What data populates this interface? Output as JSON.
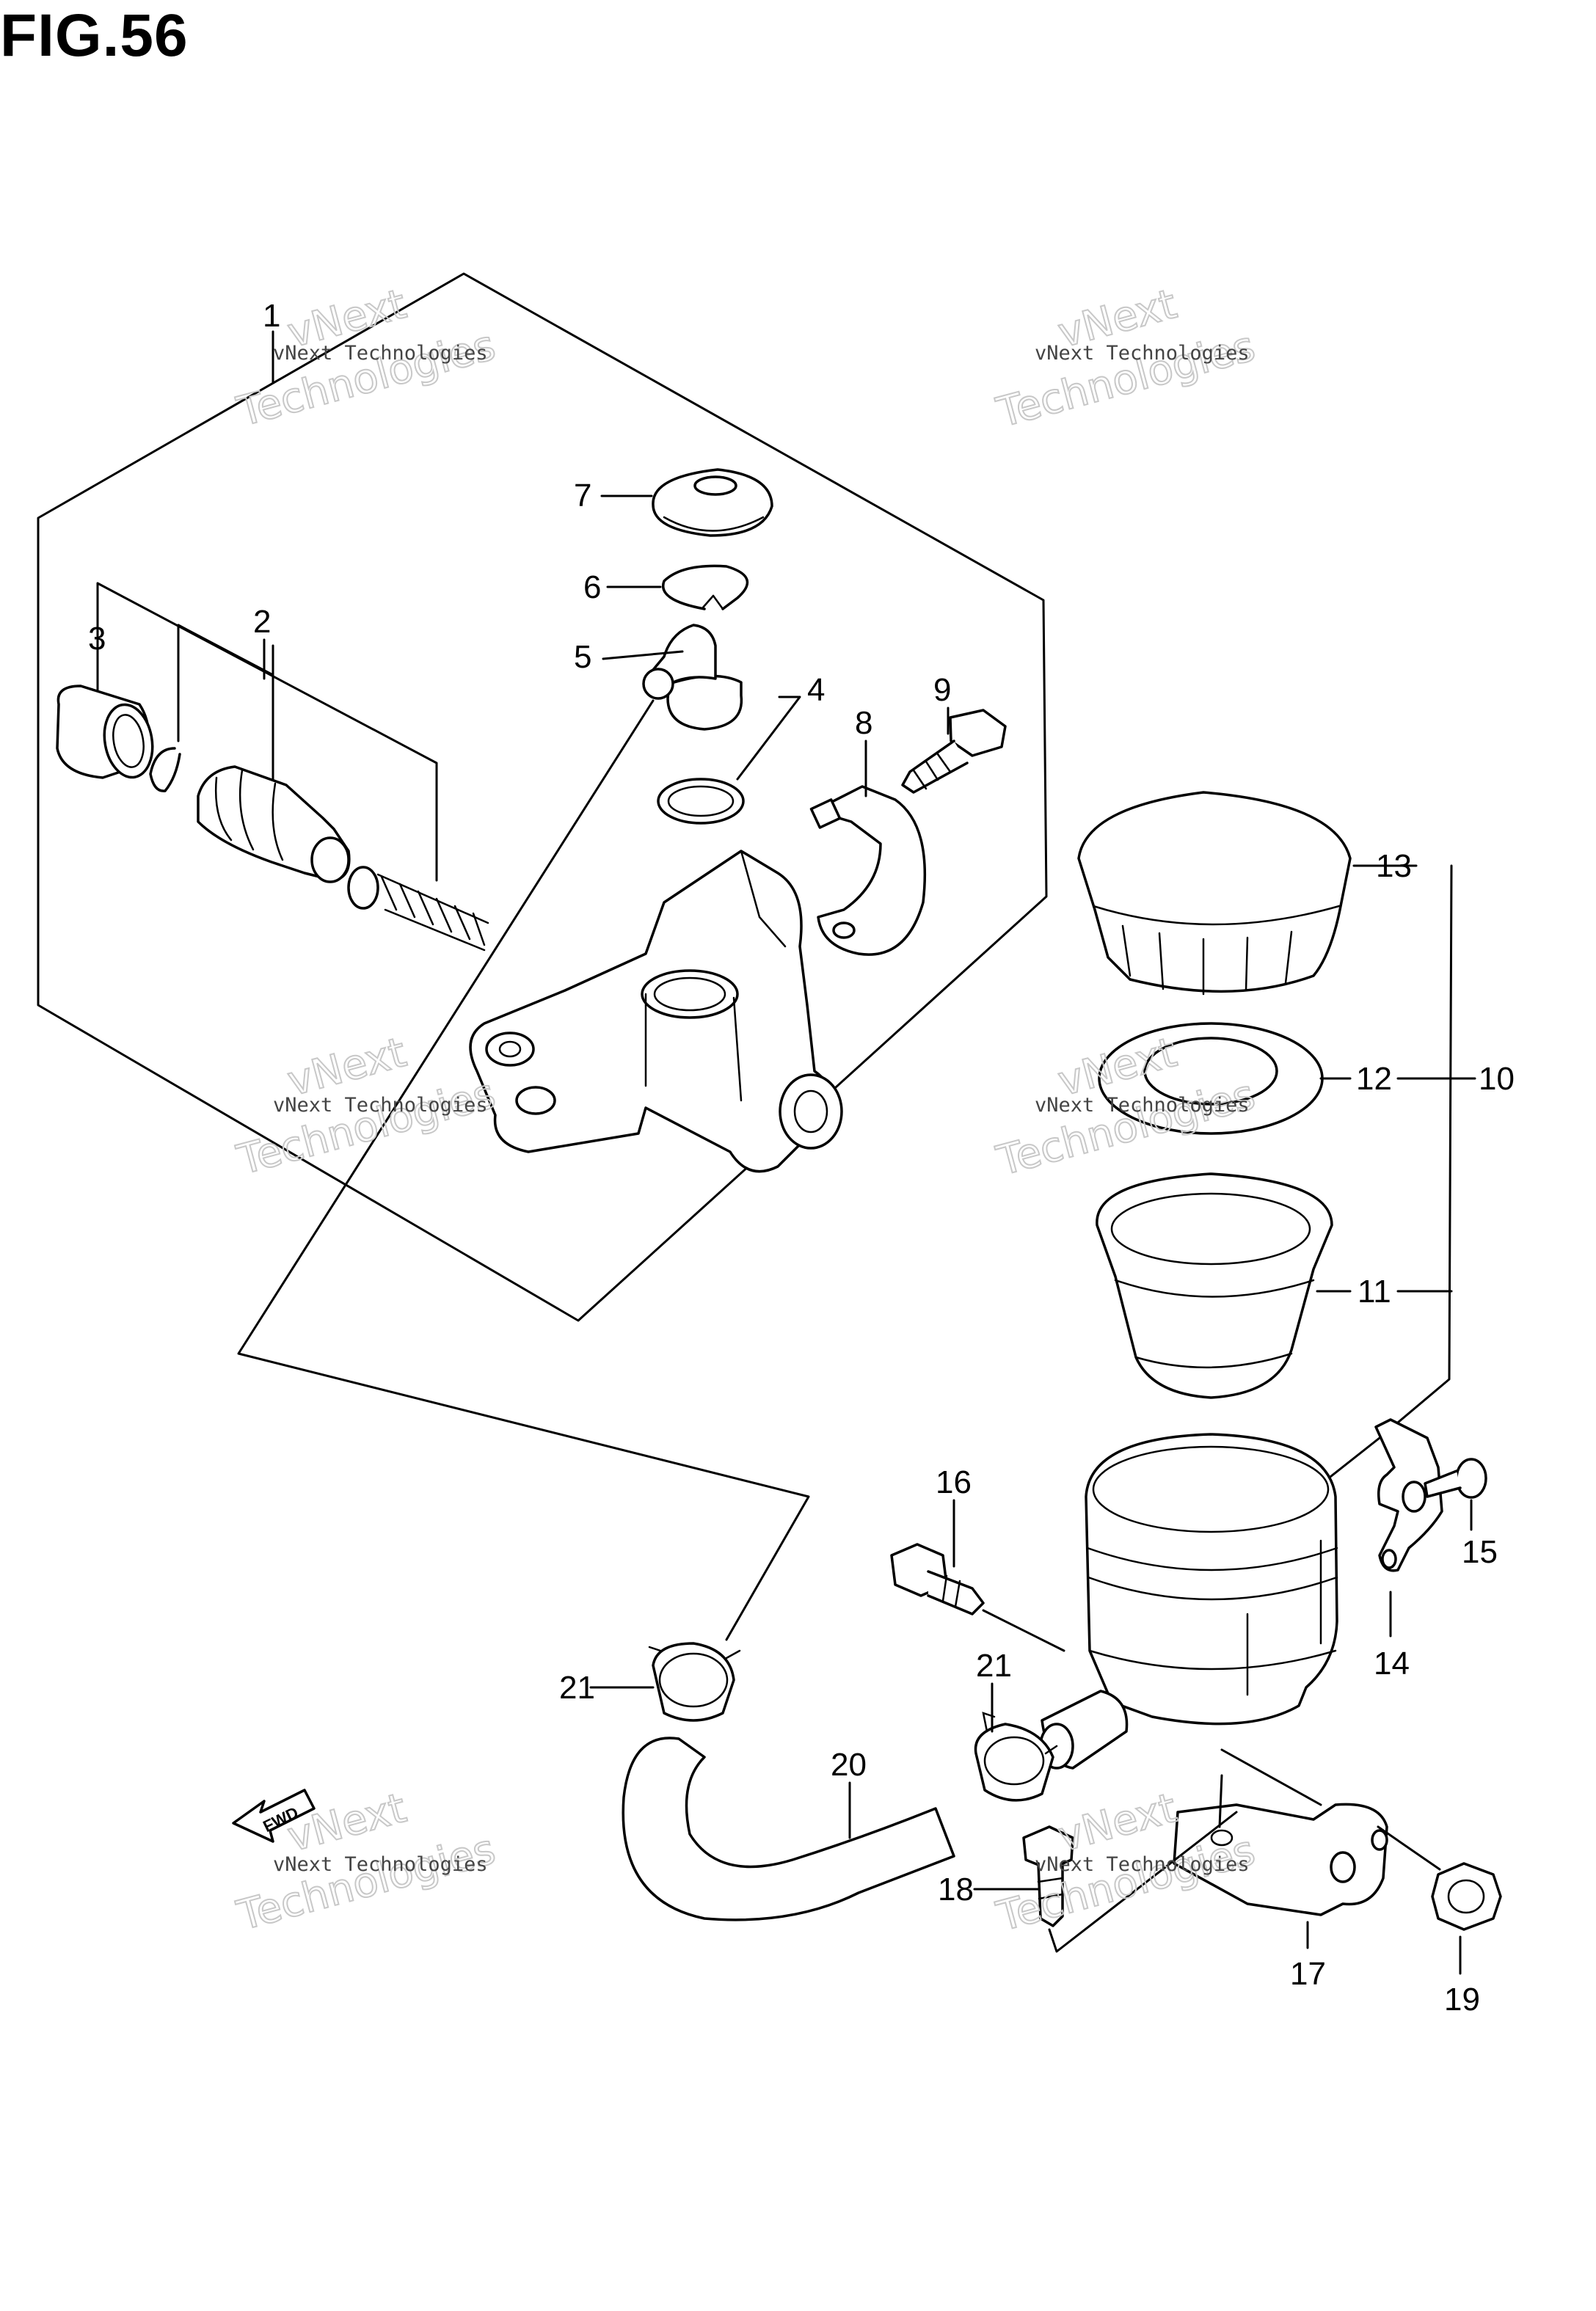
{
  "figure": {
    "title": "FIG.56"
  },
  "callouts": {
    "p1": "1",
    "p2": "2",
    "p3": "3",
    "p4": "4",
    "p5": "5",
    "p6": "6",
    "p7": "7",
    "p8": "8",
    "p9": "9",
    "p10": "10",
    "p11": "11",
    "p12": "12",
    "p13": "13",
    "p14": "14",
    "p15": "15",
    "p16": "16",
    "p17": "17",
    "p18": "18",
    "p19": "19",
    "p20": "20",
    "p21a": "21",
    "p21b": "21"
  },
  "fwd_label": "FWD",
  "watermark": {
    "small": "vNext Technologies",
    "big_line1": "vNext",
    "big_line2": "Technologies"
  }
}
